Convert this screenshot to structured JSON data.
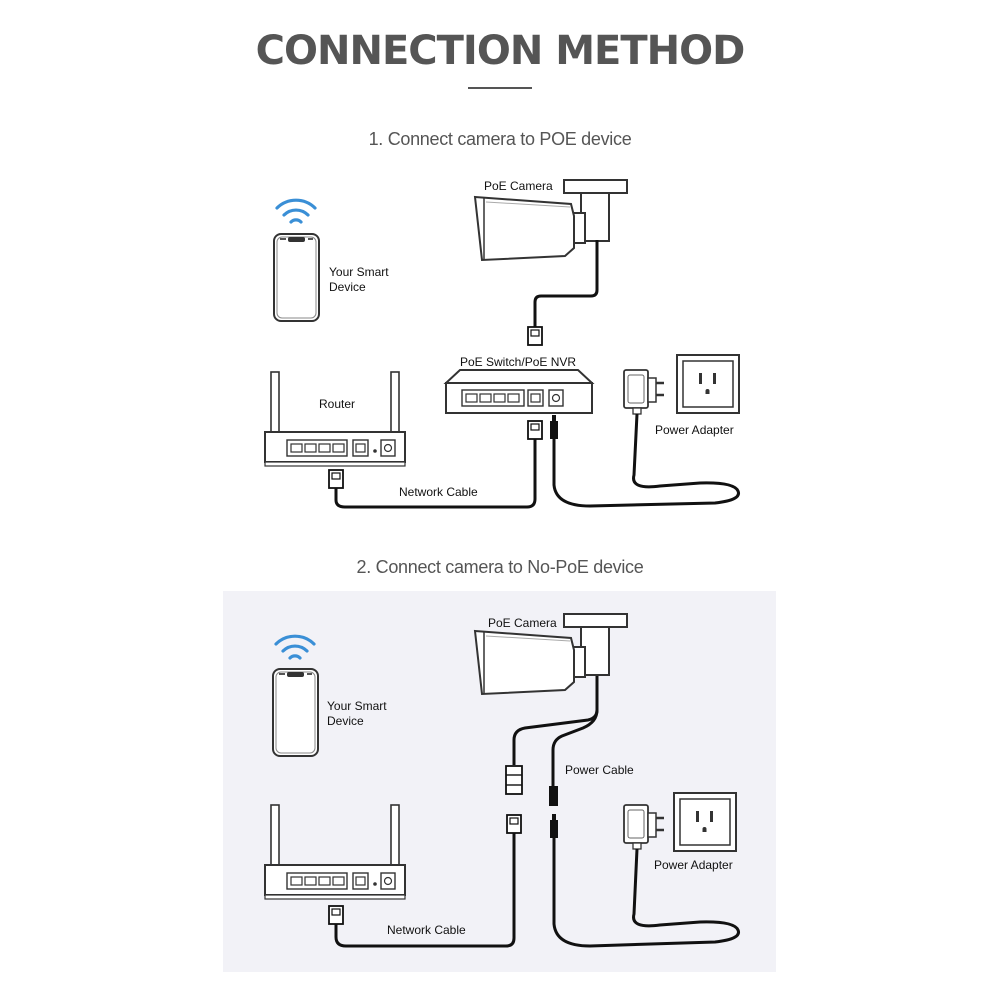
{
  "title": "CONNECTION METHOD",
  "section1": {
    "heading": "1. Connect camera to POE device",
    "labels": {
      "camera": "PoE Camera",
      "smart_device_line1": "Your Smart",
      "smart_device_line2": "Device",
      "router": "Router",
      "switch": "PoE Switch/PoE NVR",
      "power_adapter": "Power Adapter",
      "network_cable": "Network Cable"
    }
  },
  "section2": {
    "heading": "2. Connect camera to No-PoE device",
    "labels": {
      "camera": "PoE Camera",
      "smart_device_line1": "Your Smart",
      "smart_device_line2": "Device",
      "power_cable": "Power Cable",
      "power_adapter": "Power Adapter",
      "network_cable": "Network Cable"
    }
  },
  "colors": {
    "wifi": "#3a8fd6",
    "title": "#555555",
    "panel": "#f2f2f7",
    "line": "#111111"
  }
}
